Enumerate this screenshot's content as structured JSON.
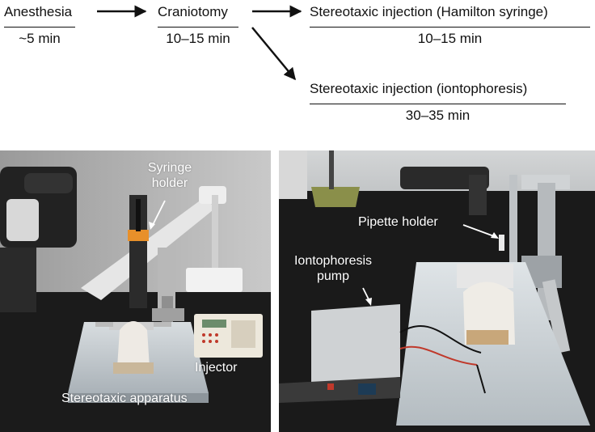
{
  "workflow": {
    "steps": [
      {
        "label": "Anesthesia",
        "time": "~5 min"
      },
      {
        "label": "Craniotomy",
        "time": "10–15 min"
      },
      {
        "label": "Stereotaxic injection (Hamilton syringe)",
        "time": "10–15 min"
      },
      {
        "label": "Stereotaxic injection (iontophoresis)",
        "time": "30–35 min"
      }
    ]
  },
  "photo_left": {
    "labels": {
      "syringe_holder_line1": "Syringe",
      "syringe_holder_line2": "holder",
      "injector": "Injector",
      "apparatus": "Stereotaxic apparatus"
    }
  },
  "photo_right": {
    "labels": {
      "pipette_holder": "Pipette holder",
      "pump_line1": "Iontophoresis",
      "pump_line2": "pump"
    }
  },
  "colors": {
    "arrow": "#111111",
    "annotation_text": "#ffffff",
    "syringe_pump_orange": "#e8902a",
    "lab_bench": "#1a1a1a"
  }
}
